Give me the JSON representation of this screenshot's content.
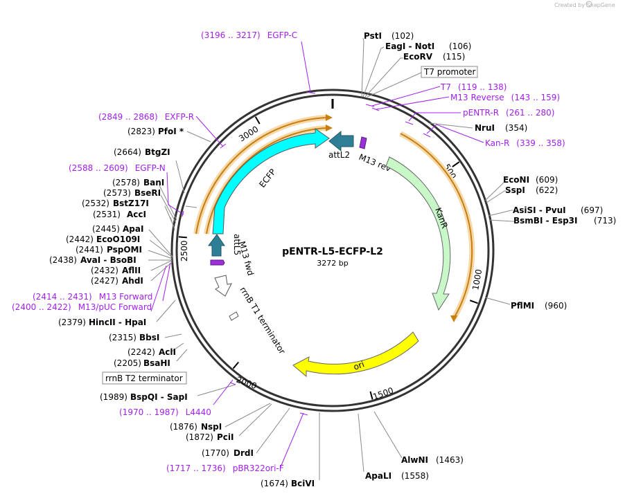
{
  "credit": "Created by SnapGene",
  "plasmid": {
    "name": "pENTR-L5-ECFP-L2",
    "length_label": "3272 bp",
    "length_bp": 3272
  },
  "ring_ticks": [
    {
      "bp": 500,
      "label": "500"
    },
    {
      "bp": 1000,
      "label": "1000"
    },
    {
      "bp": 1500,
      "label": "1500"
    },
    {
      "bp": 2000,
      "label": "2000"
    },
    {
      "bp": 2500,
      "label": "2500"
    },
    {
      "bp": 3000,
      "label": "3000"
    }
  ],
  "enzymes": [
    {
      "name": "PstI",
      "pos": "(102)",
      "bp": 102
    },
    {
      "name": "EagI  - NotI",
      "pos": "(106)",
      "bp": 106
    },
    {
      "name": "EcoRV",
      "pos": "(115)",
      "bp": 115
    },
    {
      "name": "NruI",
      "pos": "(354)",
      "bp": 354
    },
    {
      "name": "EcoNI",
      "pos": "(609)",
      "bp": 609
    },
    {
      "name": "SspI",
      "pos": "(622)",
      "bp": 622
    },
    {
      "name": "AsiSI  - PvuI",
      "pos": "(697)",
      "bp": 697
    },
    {
      "name": "BsmBI  - Esp3I",
      "pos": "(713)",
      "bp": 713
    },
    {
      "name": "PflMI",
      "pos": "(960)",
      "bp": 960
    },
    {
      "name": "AlwNI",
      "pos": "(1463)",
      "bp": 1463
    },
    {
      "name": "ApaLI",
      "pos": "(1558)",
      "bp": 1558
    },
    {
      "name": "BciVI",
      "pos": "(1674)",
      "bp": 1674
    },
    {
      "name": "DrdI",
      "pos": "(1770)",
      "bp": 1770
    },
    {
      "name": "PciI",
      "pos": "(1872)",
      "bp": 1872
    },
    {
      "name": "NspI",
      "pos": "(1876)",
      "bp": 1876
    },
    {
      "name": "BspQI  - SapI",
      "pos": "(1989)",
      "bp": 1989
    },
    {
      "name": "BsaHI",
      "pos": "(2205)",
      "bp": 2205
    },
    {
      "name": "AclI",
      "pos": "(2242)",
      "bp": 2242
    },
    {
      "name": "BbsI",
      "pos": "(2315)",
      "bp": 2315
    },
    {
      "name": "HincII  - HpaI",
      "pos": "(2379)",
      "bp": 2379
    },
    {
      "name": "AhdI",
      "pos": "(2427)",
      "bp": 2427
    },
    {
      "name": "AflII",
      "pos": "(2432)",
      "bp": 2432
    },
    {
      "name": "AvaI  - BsoBI",
      "pos": "(2438)",
      "bp": 2438
    },
    {
      "name": "PspOMI",
      "pos": "(2441)",
      "bp": 2441
    },
    {
      "name": "EcoO109I",
      "pos": "(2442)",
      "bp": 2442
    },
    {
      "name": "ApaI",
      "pos": "(2445)",
      "bp": 2445
    },
    {
      "name": "AccI",
      "pos": "(2531)",
      "bp": 2531
    },
    {
      "name": "BstZ17I",
      "pos": "(2532)",
      "bp": 2532
    },
    {
      "name": "BseRI",
      "pos": "(2573)",
      "bp": 2573
    },
    {
      "name": "BanI",
      "pos": "(2578)",
      "bp": 2578
    },
    {
      "name": "BtgZI",
      "pos": "(2664)",
      "bp": 2664
    },
    {
      "name": "PfoI *",
      "pos": "(2823)",
      "bp": 2823
    }
  ],
  "primers": [
    {
      "name": "EGFP-C",
      "pos": "(3196 .. 3217)",
      "bp": 3206
    },
    {
      "name": "T7",
      "pos": "(119 .. 138)",
      "bp": 128
    },
    {
      "name": "M13 Reverse",
      "pos": "(143 .. 159)",
      "bp": 151
    },
    {
      "name": "pENTR-R",
      "pos": "(261 .. 280)",
      "bp": 270
    },
    {
      "name": "Kan-R",
      "pos": "(339 .. 358)",
      "bp": 348
    },
    {
      "name": "L4440",
      "pos": "(1970 .. 1987)",
      "bp": 1978
    },
    {
      "name": "pBR322ori-F",
      "pos": "(1717 .. 1736)",
      "bp": 1726
    },
    {
      "name": "M13/pUC Forward",
      "pos": "(2400 .. 2422)",
      "bp": 2411
    },
    {
      "name": "M13 Forward",
      "pos": "(2414 .. 2431)",
      "bp": 2422
    },
    {
      "name": "EGFP-N",
      "pos": "(2588 .. 2609)",
      "bp": 2598
    },
    {
      "name": "EXFP-R",
      "pos": "(2849 .. 2868)",
      "bp": 2858
    }
  ],
  "boxed_features": [
    {
      "name": "T7 promoter"
    },
    {
      "name": "rrnB T2 terminator"
    }
  ],
  "features": [
    {
      "name": "ECFP",
      "color": "#00ffff"
    },
    {
      "name": "attL2",
      "color": "#2e7f96"
    },
    {
      "name": "attL5",
      "color": "#2e7f96"
    },
    {
      "name": "M13 rev",
      "color": "#9b30d9"
    },
    {
      "name": "M13 fwd",
      "color": "#9b30d9"
    },
    {
      "name": "rrnB T1 terminator",
      "color": "#ffffff"
    },
    {
      "name": "KanR",
      "color": "#c8f7c8"
    },
    {
      "name": "ori",
      "color": "#ffff00"
    }
  ],
  "colors": {
    "backbone": "#333333",
    "primer": "#a020f0",
    "orf_arrow": "#f0a020",
    "leader": "#888888"
  }
}
